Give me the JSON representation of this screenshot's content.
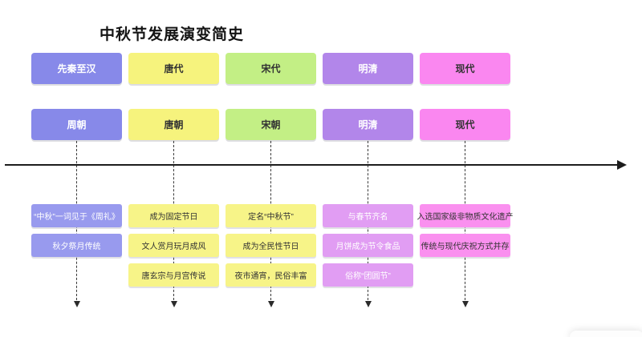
{
  "title": "中秋节发展演变简史",
  "colors": {
    "periwinkle": "#8789e9",
    "periwinkle_light": "#989aee",
    "yellow": "#f6f37d",
    "yellow_light": "#f7f488",
    "green": "#c3ef85",
    "purple": "#b286ea",
    "violet_light": "#e19df3",
    "pink": "#fa87f0",
    "pink_light": "#fa90ef",
    "axis": "#1c1c1c",
    "text_dark": "#333333",
    "text_light": "#ffffff"
  },
  "columns": [
    {
      "era_label": "先秦至汉",
      "dynasty_label": "周朝",
      "notes": [
        "“中秋”一词见于《周礼》",
        "秋夕祭月传统"
      ]
    },
    {
      "era_label": "唐代",
      "dynasty_label": "唐朝",
      "notes": [
        "成为固定节日",
        "文人赏月玩月成风",
        "唐玄宗与月宫传说"
      ]
    },
    {
      "era_label": "宋代",
      "dynasty_label": "宋朝",
      "notes": [
        "定名“中秋节”",
        "成为全民性节日",
        "夜市通宵，民俗丰富"
      ]
    },
    {
      "era_label": "明清",
      "dynasty_label": "明清",
      "notes": [
        "与春节齐名",
        "月饼成为节令食品",
        "俗称“团圆节”"
      ]
    },
    {
      "era_label": "现代",
      "dynasty_label": "现代",
      "notes": [
        "入选国家级非物质文化遗产",
        "传统与现代庆祝方式并存"
      ]
    }
  ]
}
